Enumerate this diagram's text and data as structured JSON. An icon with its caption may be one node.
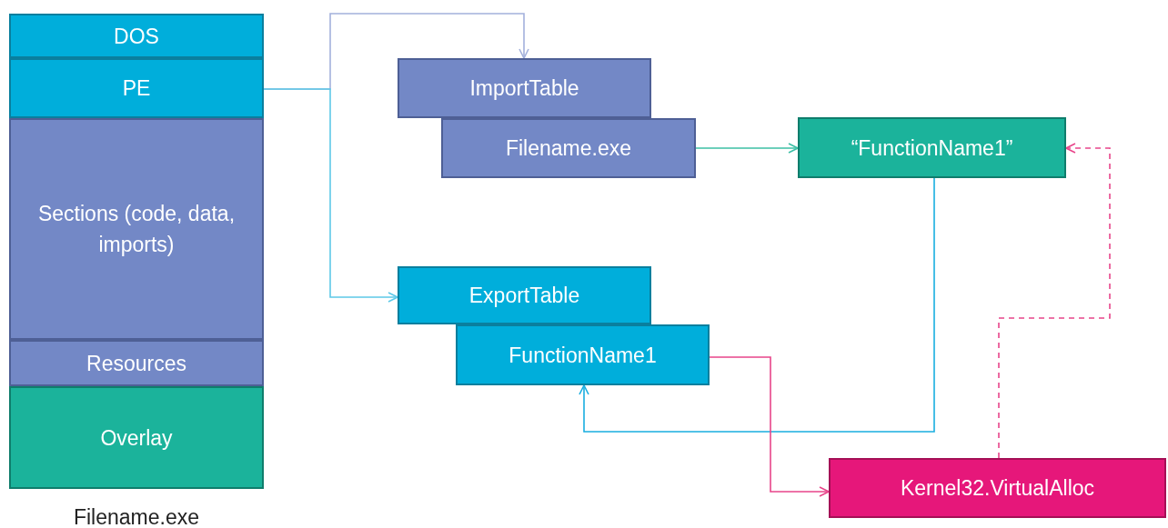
{
  "diagram": {
    "nodes": [
      {
        "text": [
          "DOS"
        ]
      },
      {
        "text": [
          "PE"
        ]
      },
      {
        "text": [
          "Sections (code, data, imports)"
        ]
      },
      {
        "text": [
          "Resources"
        ]
      },
      {
        "text": [
          "Overlay"
        ]
      },
      {
        "text": [
          "ImportTable"
        ]
      },
      {
        "text": [
          "Filename.exe"
        ]
      },
      {
        "text": [
          "“FunctionName1”"
        ]
      },
      {
        "text": [
          "ExportTable"
        ]
      },
      {
        "text": [
          "FunctionName1"
        ]
      },
      {
        "text": [
          "Kernel32.VirtualAlloc"
        ]
      }
    ],
    "edges": [
      {
        "from": 1,
        "to": 5,
        "arrow": "to",
        "color": "#a3b1dc"
      },
      {
        "from": 1,
        "to": 8,
        "arrow": "to",
        "color": "#5ec9e8"
      },
      {
        "from": 6,
        "to": 7,
        "arrow": "to",
        "color": "#3dbfa5"
      },
      {
        "from": 7,
        "to": 9,
        "arrow": "to",
        "color": "#1aaee0"
      },
      {
        "from": 9,
        "to": 10,
        "arrow": "to",
        "color": "#e8458a"
      },
      {
        "from": 10,
        "to": 7,
        "arrow": "to",
        "style": "dashed",
        "color": "#e8458a"
      }
    ],
    "labels": [
      "Filename.exe"
    ]
  }
}
